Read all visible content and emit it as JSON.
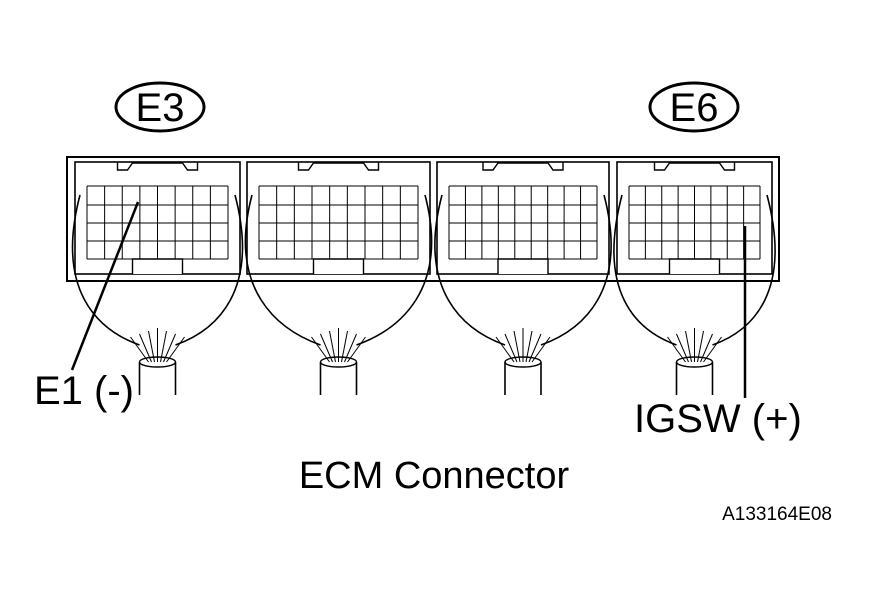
{
  "figure": {
    "connector_left_tag": "E3",
    "connector_right_tag": "E6",
    "pin_left_label": "E1 (-)",
    "pin_right_label": "IGSW (+)",
    "caption": "ECM Connector",
    "figure_id": "A133164E08"
  }
}
